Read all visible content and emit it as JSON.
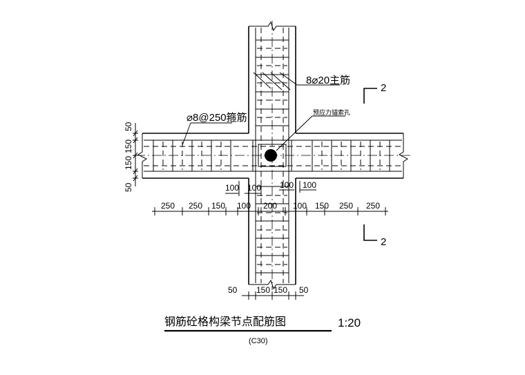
{
  "drawing": {
    "title": "钢筋砼格构梁节点配筋图",
    "scale": "1:20",
    "concrete_grade": "(C30)"
  },
  "labels": {
    "main_rebar": "8⌀20主筋",
    "stirrup": "⌀8@250箍筋",
    "anchor_hole": "预应力锚索孔",
    "section_top": "2",
    "section_bottom": "2"
  },
  "dimensions": {
    "left_vertical": [
      "50",
      "150",
      "150",
      "50"
    ],
    "upper_horizontal": [
      "100",
      "100",
      "100",
      "100"
    ],
    "lower_horizontal": [
      "250",
      "250",
      "150",
      "100",
      "200",
      "100",
      "150",
      "250",
      "250"
    ],
    "bottom": [
      "50",
      "150",
      "150",
      "50"
    ]
  }
}
